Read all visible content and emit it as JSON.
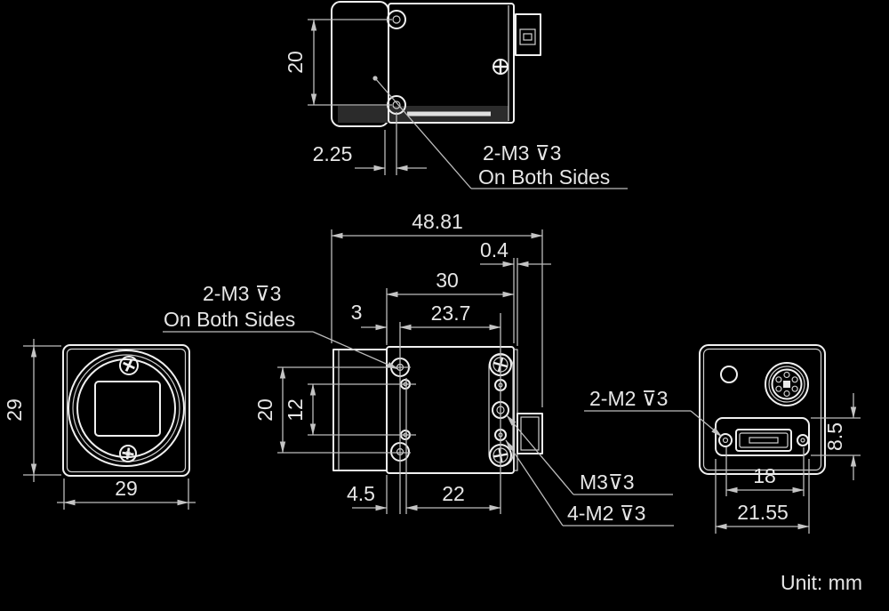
{
  "drawing": {
    "title": "camera-dimension-drawing",
    "unit_note": "Unit: mm",
    "top_view": {
      "dim_hole_pitch": "20",
      "dim_hole_offset": "2.25",
      "label_line1": "2-M3 ⊽3",
      "label_line2": "On Both Sides"
    },
    "front_view": {
      "dim_height": "29",
      "dim_width": "29"
    },
    "side_view": {
      "dim_total_length": "48.81",
      "dim_rear_step": "0.4",
      "dim_body_length": "30",
      "dim_m3_to_rear": "23.7",
      "dim_front_to_m3": "3",
      "dim_m3_pitch": "20",
      "dim_m2_pitch": "12",
      "dim_front_to_m2": "4.5",
      "dim_m2_to_rear": "22",
      "label_m3_side_line1": "2-M3 ⊽3",
      "label_m3_side_line2": "On Both Sides",
      "label_m3_rear": "M3⊽3",
      "label_m2_rear": "4-M2 ⊽3"
    },
    "back_view": {
      "dim_recess_height": "8.5",
      "dim_screw_pitch": "18",
      "dim_recess_width": "21.55",
      "label_m2_usb": "2-M2 ⊽3"
    },
    "colors": {
      "background": "#000000",
      "object_line": "#f0f0f0",
      "dim_line": "#bcbcbc",
      "text": "#e6e6e6"
    }
  }
}
